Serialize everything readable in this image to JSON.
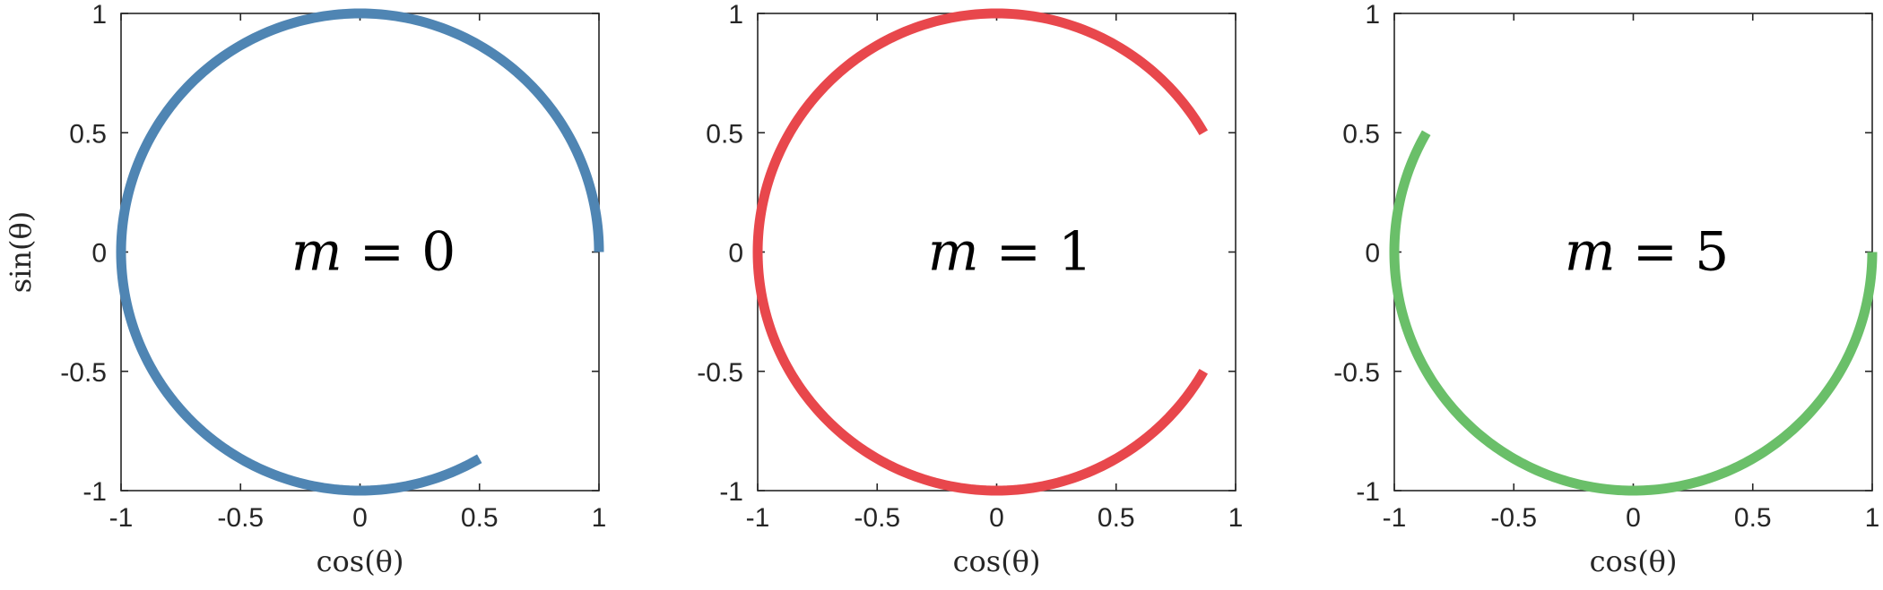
{
  "chart_data": [
    {
      "type": "line",
      "annotation": "m = 0",
      "annotation_parts": {
        "var": "m",
        "eq": " = ",
        "num": "0"
      },
      "xlabel": "cos(θ)",
      "ylabel": "sin(θ)",
      "xlim": [
        -1,
        1
      ],
      "ylim": [
        -1,
        1
      ],
      "xticks": [
        "-1",
        "-0.5",
        "0",
        "0.5",
        "1"
      ],
      "yticks": [
        "1",
        "0.5",
        "0",
        "-0.5",
        "-1"
      ],
      "color": "#4f85b3",
      "series": [
        {
          "theta_start_deg": 0,
          "theta_end_deg": 300,
          "x": [
            1,
            0.866,
            0.5,
            0,
            -0.5,
            -0.866,
            -1,
            -0.866,
            -0.5,
            0,
            0.5
          ],
          "y": [
            0,
            0.5,
            0.866,
            1,
            0.866,
            0.5,
            0,
            -0.5,
            -0.866,
            -1,
            -0.866
          ]
        }
      ]
    },
    {
      "type": "line",
      "annotation": "m = 1",
      "annotation_parts": {
        "var": "m",
        "eq": " = ",
        "num": "1"
      },
      "xlabel": "cos(θ)",
      "ylabel": "",
      "xlim": [
        -1,
        1
      ],
      "ylim": [
        -1,
        1
      ],
      "xticks": [
        "-1",
        "-0.5",
        "0",
        "0.5",
        "1"
      ],
      "yticks": [
        "1",
        "0.5",
        "0",
        "-0.5",
        "-1"
      ],
      "color": "#e8474c",
      "series": [
        {
          "theta_start_deg": 30,
          "theta_end_deg": 330,
          "x": [
            0.866,
            0.5,
            0,
            -0.5,
            -0.866,
            -1,
            -0.866,
            -0.5,
            0,
            0.5,
            0.866
          ],
          "y": [
            0.5,
            0.866,
            1,
            0.866,
            0.5,
            0,
            -0.5,
            -0.866,
            -1,
            -0.866,
            -0.5
          ]
        }
      ]
    },
    {
      "type": "line",
      "annotation": "m = 5",
      "annotation_parts": {
        "var": "m",
        "eq": " = ",
        "num": "5"
      },
      "xlabel": "cos(θ)",
      "ylabel": "",
      "xlim": [
        -1,
        1
      ],
      "ylim": [
        -1,
        1
      ],
      "xticks": [
        "-1",
        "-0.5",
        "0",
        "0.5",
        "1"
      ],
      "yticks": [
        "1",
        "0.5",
        "0",
        "-0.5",
        "-1"
      ],
      "color": "#6abf69",
      "series": [
        {
          "theta_start_deg": 150,
          "theta_end_deg": 360,
          "x": [
            -0.866,
            -1,
            -0.866,
            -0.5,
            0,
            0.5,
            0.866,
            1
          ],
          "y": [
            0.5,
            0,
            -0.5,
            -0.866,
            -1,
            -0.866,
            -0.5,
            0
          ]
        }
      ]
    }
  ]
}
